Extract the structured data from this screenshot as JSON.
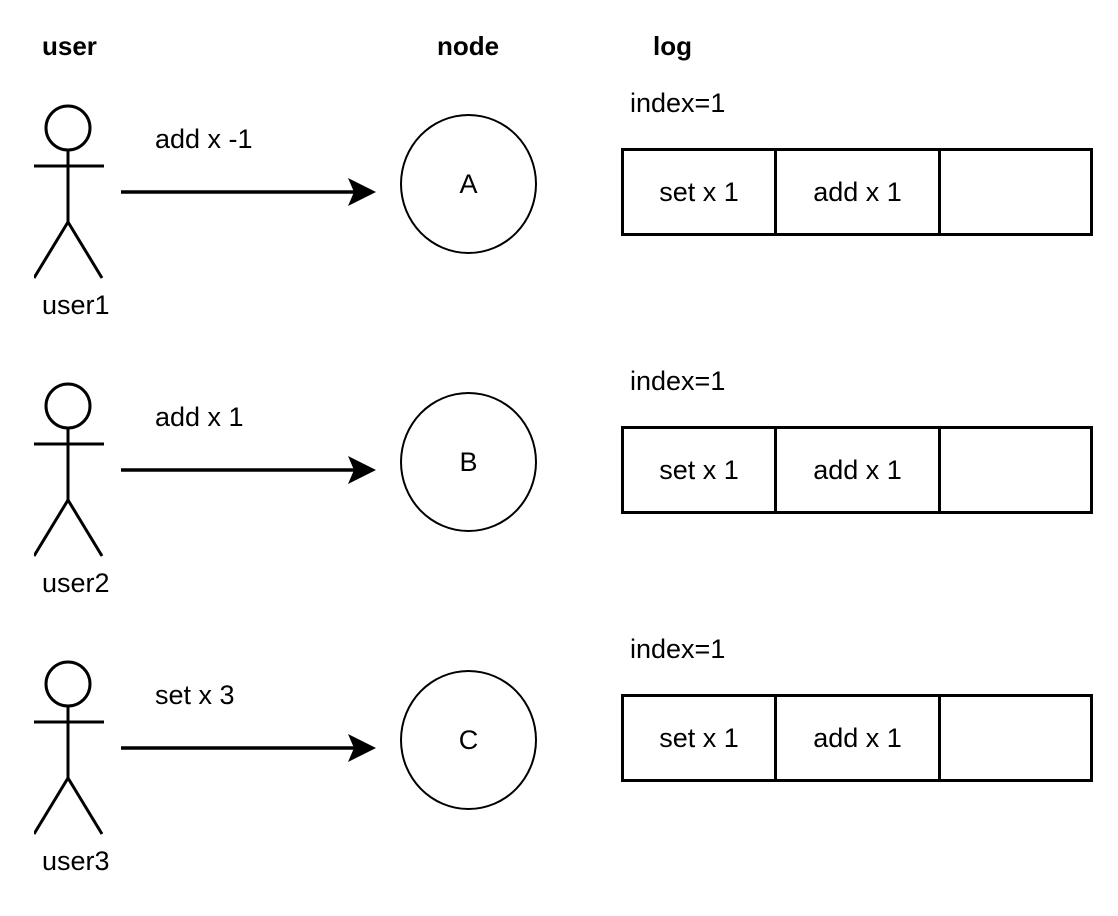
{
  "headers": {
    "user": "user",
    "node": "node",
    "log": "log"
  },
  "colors": {
    "stroke": "#000000",
    "background": "#ffffff",
    "text": "#000000"
  },
  "rows": [
    {
      "actor_label": "user1",
      "message": "add x -1",
      "node_label": "A",
      "log": {
        "index_label": "index=1",
        "entries": [
          "set x 1",
          "add x 1",
          ""
        ]
      }
    },
    {
      "actor_label": "user2",
      "message": "add x 1",
      "node_label": "B",
      "log": {
        "index_label": "index=1",
        "entries": [
          "set x 1",
          "add x 1",
          ""
        ]
      }
    },
    {
      "actor_label": "user3",
      "message": "set x 3",
      "node_label": "C",
      "log": {
        "index_label": "index=1",
        "entries": [
          "set x 1",
          "add x 1",
          ""
        ]
      }
    }
  ]
}
